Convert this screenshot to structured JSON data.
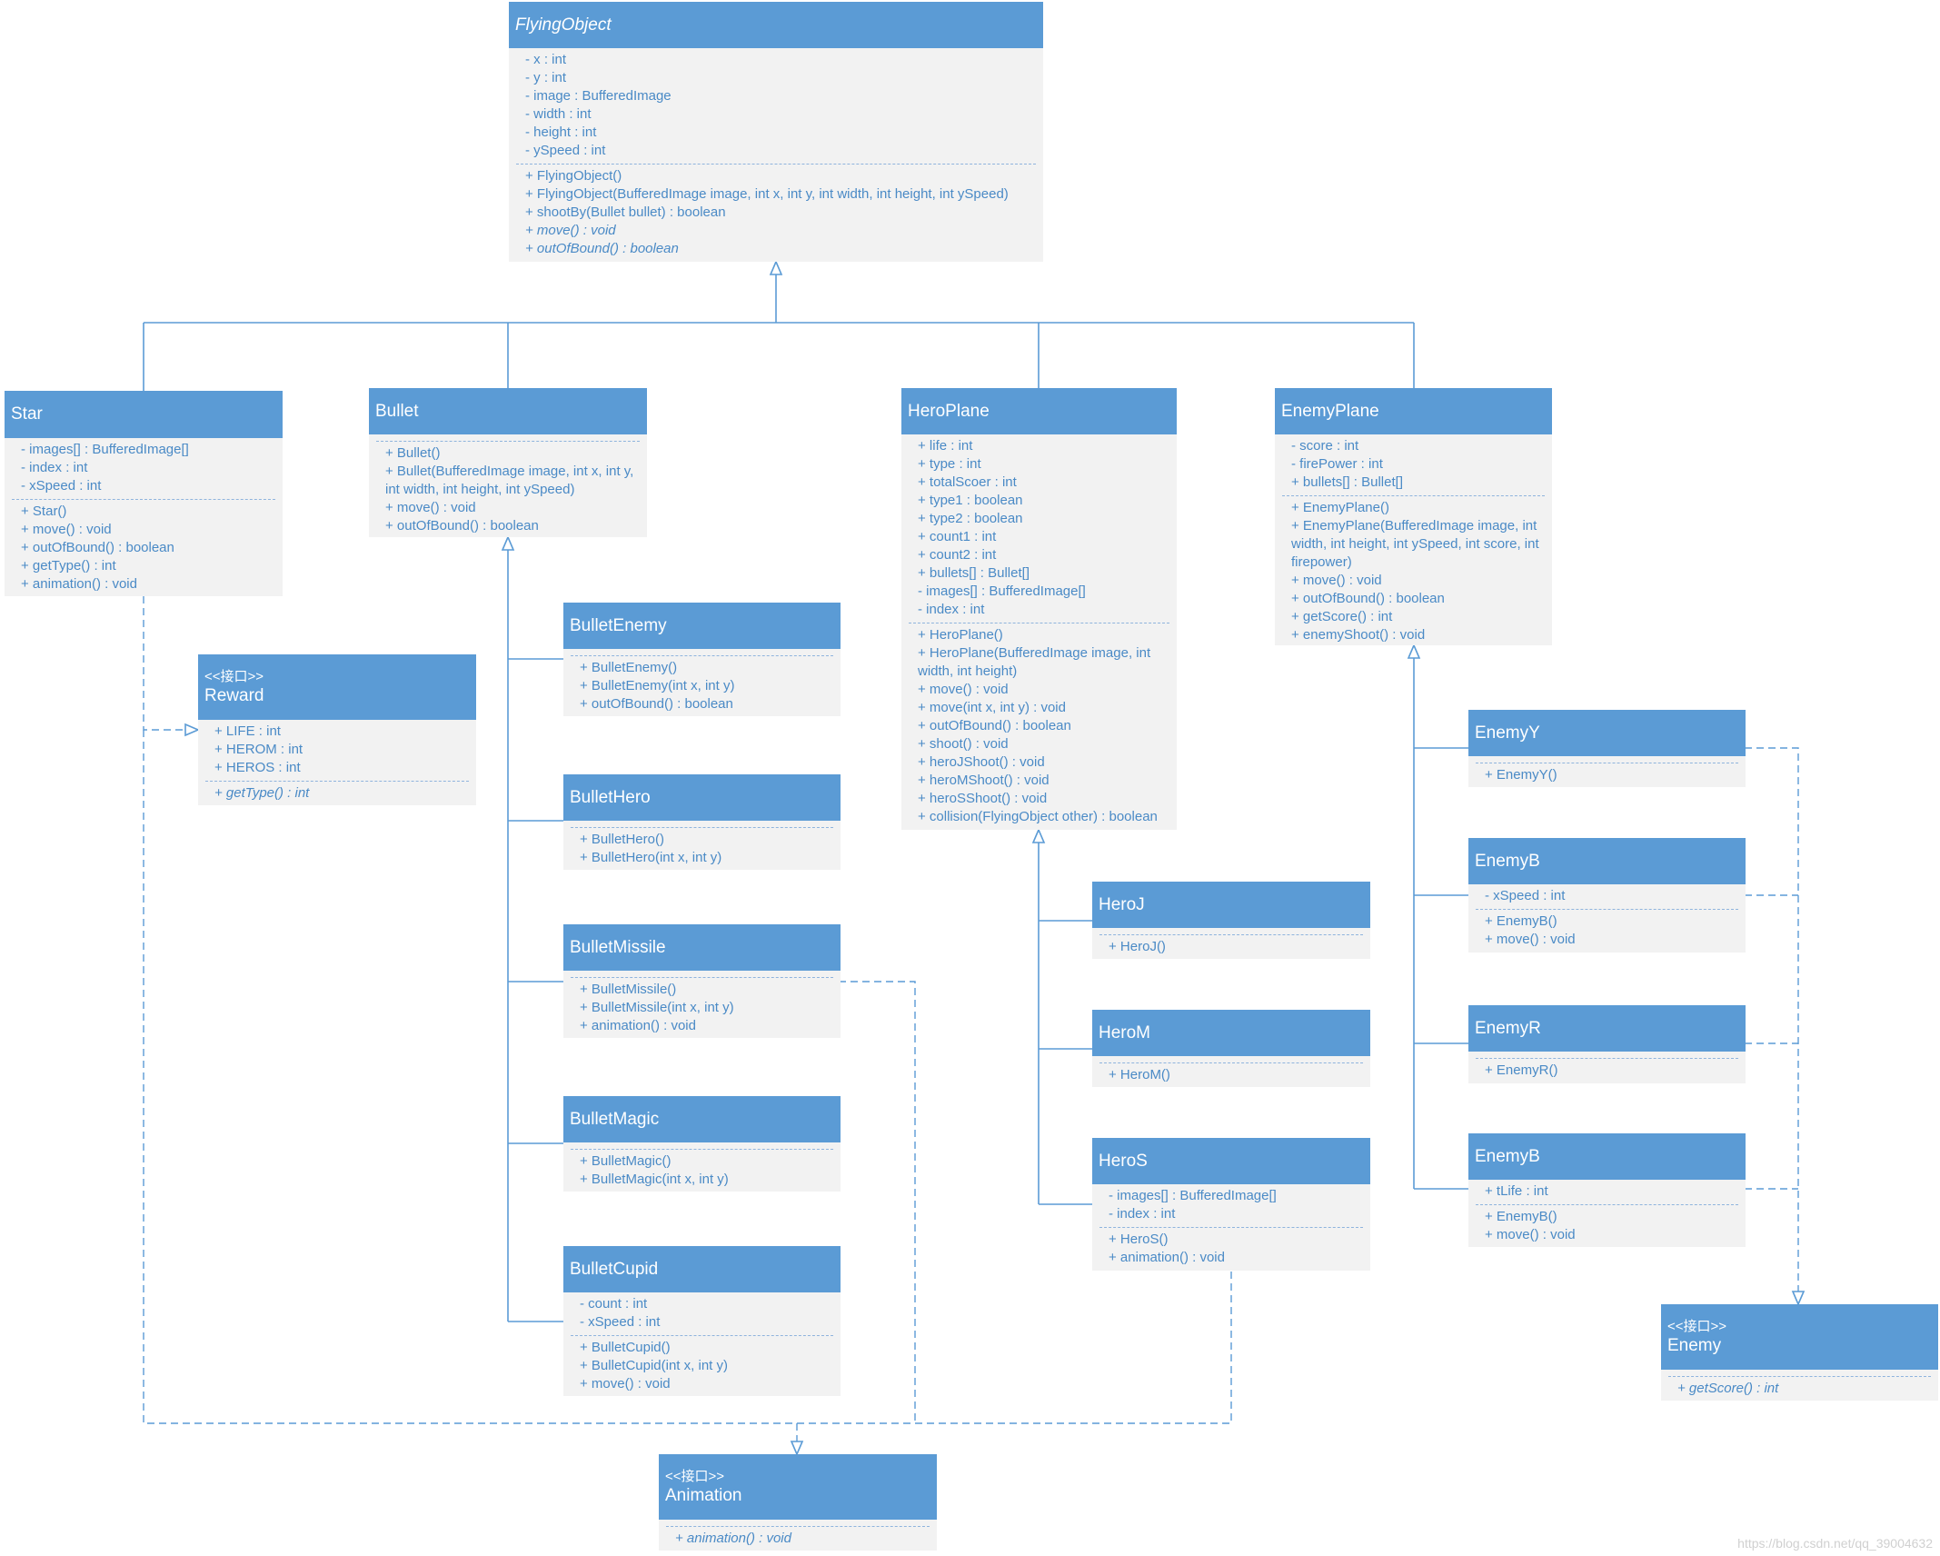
{
  "classes": {
    "flyingobject": {
      "name": "FlyingObject",
      "attributes": [
        "- x : int",
        "- y : int",
        "- image : BufferedImage",
        "- width : int",
        "- height : int",
        "- ySpeed : int"
      ],
      "methods": [
        "+ FlyingObject()",
        "+ FlyingObject(BufferedImage image, int x, int y, int width, int height, int ySpeed)",
        "+ shootBy(Bullet bullet) : boolean"
      ],
      "abstract_methods": [
        "+ move() : void",
        "+ outOfBound() : boolean"
      ]
    },
    "star": {
      "name": "Star",
      "attributes": [
        "- images[] : BufferedImage[]",
        "- index : int",
        "- xSpeed : int"
      ],
      "methods": [
        "+ Star()",
        "+ move() : void",
        "+ outOfBound() : boolean",
        "+ getType() : int",
        "+ animation() : void"
      ]
    },
    "bullet": {
      "name": "Bullet",
      "attributes": [],
      "methods": [
        "+ Bullet()",
        "+ Bullet(BufferedImage image, int x, int y, int width, int height, int ySpeed)",
        "+ move() : void",
        "+ outOfBound() : boolean"
      ]
    },
    "heroplane": {
      "name": "HeroPlane",
      "attributes": [
        "+ life : int",
        "+ type : int",
        "+ totalScoer : int",
        "+ type1 : boolean",
        "+ type2 : boolean",
        "+ count1 : int",
        "+ count2 : int",
        "+ bullets[] : Bullet[]",
        "- images[] : BufferedImage[]",
        "- index : int"
      ],
      "methods": [
        "+ HeroPlane()",
        "+ HeroPlane(BufferedImage image, int width, int height)",
        "+ move() : void",
        "+ move(int x, int y) : void",
        "+ outOfBound() : boolean",
        "+ shoot() : void",
        "+ heroJShoot() : void",
        "+ heroMShoot() : void",
        "+ heroSShoot() : void",
        "+ collision(FlyingObject other) : boolean"
      ]
    },
    "enemyplane": {
      "name": "EnemyPlane",
      "attributes": [
        "- score : int",
        "- firePower : int",
        "+ bullets[] : Bullet[]"
      ],
      "methods": [
        "+ EnemyPlane()",
        "+ EnemyPlane(BufferedImage image, int width, int height, int ySpeed, int score, int firepower)",
        "+ move() : void",
        "+ outOfBound() : boolean",
        "+ getScore() : int",
        "+ enemyShoot() : void"
      ]
    },
    "reward": {
      "stereotype": "<<接口>>",
      "name": "Reward",
      "attributes": [
        "+ LIFE : int",
        "+ HEROM : int",
        "+ HEROS : int"
      ],
      "abstract_methods": [
        "+ getType() : int"
      ]
    },
    "bulletenemy": {
      "name": "BulletEnemy",
      "attributes": [],
      "methods": [
        "+ BulletEnemy()",
        "+ BulletEnemy(int x, int y)",
        "+ outOfBound() : boolean"
      ]
    },
    "bullethero": {
      "name": "BulletHero",
      "attributes": [],
      "methods": [
        "+  BulletHero()",
        "+  BulletHero(int x, int y)"
      ]
    },
    "bulletmissile": {
      "name": "BulletMissile",
      "attributes": [],
      "methods": [
        "+ BulletMissile()",
        "+ BulletMissile(int x, int y)",
        "+ animation() : void"
      ]
    },
    "bulletmagic": {
      "name": "BulletMagic",
      "attributes": [],
      "methods": [
        "+ BulletMagic()",
        "+ BulletMagic(int x, int y)"
      ]
    },
    "bulletcupid": {
      "name": "BulletCupid",
      "attributes": [
        "- count : int",
        "- xSpeed : int"
      ],
      "methods": [
        "+ BulletCupid()",
        "+ BulletCupid(int x, int y)",
        "+ move() : void"
      ]
    },
    "heroj": {
      "name": "HeroJ",
      "attributes": [],
      "methods": [
        "+ HeroJ()"
      ]
    },
    "herom": {
      "name": "HeroM",
      "attributes": [],
      "methods": [
        "+ HeroM()"
      ]
    },
    "heros": {
      "name": "HeroS",
      "attributes": [
        "- images[] : BufferedImage[]",
        "- index : int"
      ],
      "methods": [
        "+ HeroS()",
        "+ animation() : void"
      ]
    },
    "enemyy": {
      "name": "EnemyY",
      "attributes": [],
      "methods": [
        "+ EnemyY()"
      ]
    },
    "enemyb1": {
      "name": "EnemyB",
      "attributes": [
        "- xSpeed : int"
      ],
      "methods": [
        "+ EnemyB()",
        "+ move() : void"
      ]
    },
    "enemyr": {
      "name": "EnemyR",
      "attributes": [],
      "methods": [
        "+ EnemyR()"
      ]
    },
    "enemyb2": {
      "name": "EnemyB",
      "attributes": [
        "+ tLife : int"
      ],
      "methods": [
        "+ EnemyB()",
        "+ move() : void"
      ]
    },
    "enemy": {
      "stereotype": "<<接口>>",
      "name": "Enemy",
      "attributes": [],
      "abstract_methods": [
        "+ getScore() : int"
      ]
    },
    "animation": {
      "stereotype": "<<接口>>",
      "name": "Animation",
      "attributes": [],
      "abstract_methods": [
        "+ animation() : void"
      ]
    }
  },
  "watermark": "https://blog.csdn.net/qq_39004632",
  "colors": {
    "header": "#5b9bd5",
    "body": "#f2f2f2",
    "text": "#4a8ac6",
    "line": "#5b9bd5"
  }
}
